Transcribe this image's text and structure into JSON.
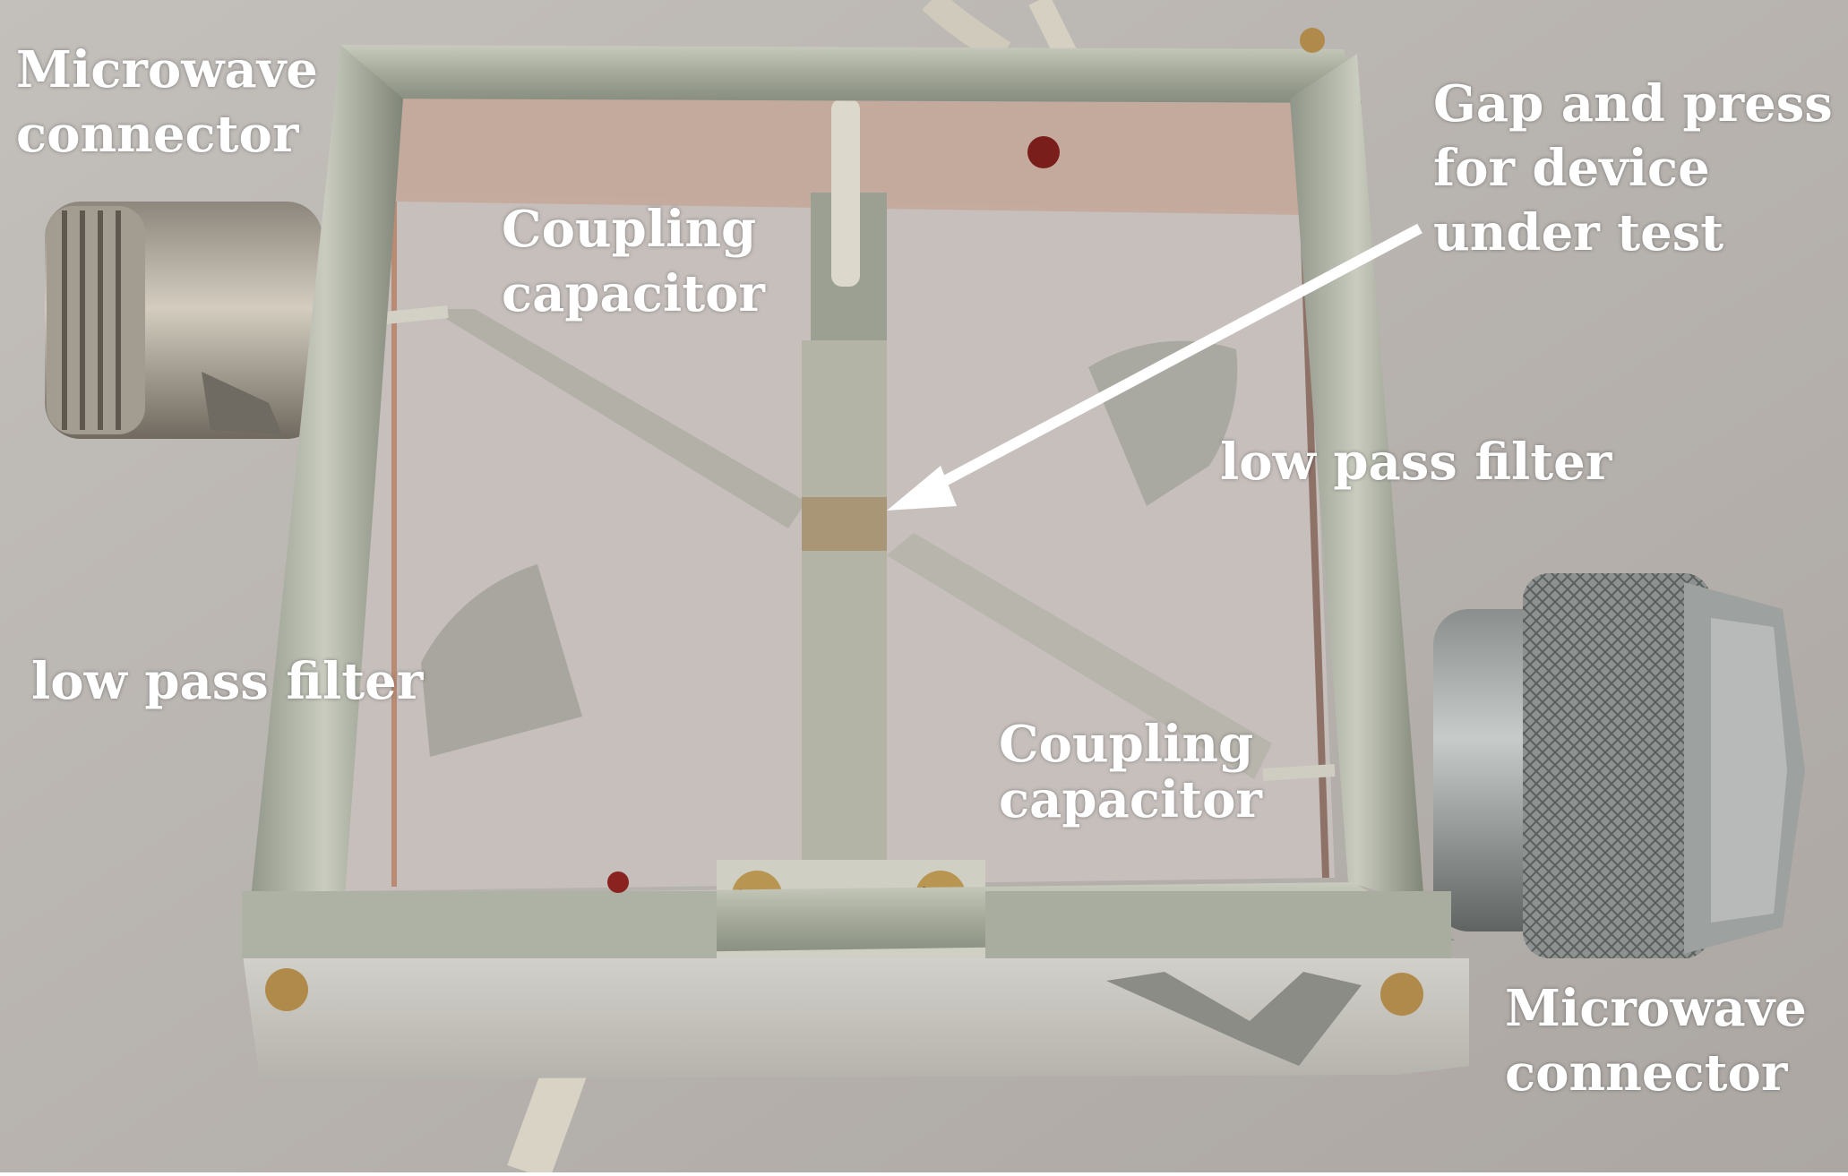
{
  "colors": {
    "background": "#b9b4b0",
    "frame": "#a9ad9e",
    "board": "#c6bfbc",
    "label_text": "#ffffff"
  },
  "labels": {
    "mw_top_left": [
      "Microwave",
      "connector"
    ],
    "coupling_top": [
      "Coupling",
      "capacitor"
    ],
    "gap_press": [
      "Gap and press",
      "for device",
      "under test"
    ],
    "lpf_right": [
      "low pass filter"
    ],
    "lpf_left": [
      "low pass filter"
    ],
    "coupling_bottom": [
      "Coupling",
      "capacitor"
    ],
    "mw_bottom_right": [
      "Microwave",
      "connector"
    ]
  }
}
